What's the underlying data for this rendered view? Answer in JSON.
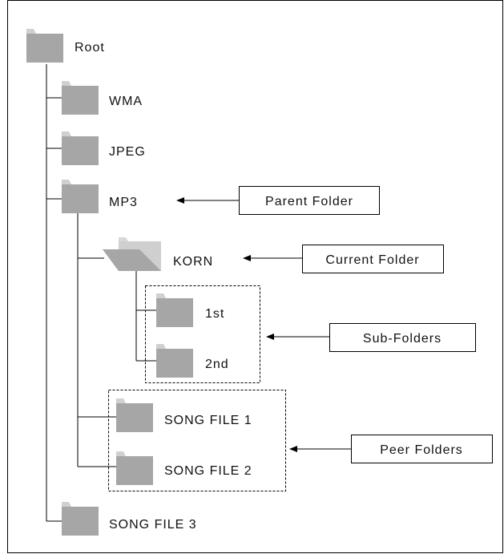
{
  "colors": {
    "folder": "#a6a6a6",
    "folder_tab": "#d2d2d2",
    "open_folder_back": "#cfcfcf",
    "line": "#000000"
  },
  "tree": {
    "root": "Root",
    "wma": "WMA",
    "jpeg": "JPEG",
    "mp3": "MP3",
    "korn": "KORN",
    "first": "1st",
    "second": "2nd",
    "song_file_1": "SONG FILE 1",
    "song_file_2": "SONG FILE 2",
    "song_file_3": "SONG FILE 3"
  },
  "callouts": {
    "parent_folder": "Parent Folder",
    "current_folder": "Current Folder",
    "sub_folders": "Sub-Folders",
    "peer_folders": "Peer Folders"
  }
}
